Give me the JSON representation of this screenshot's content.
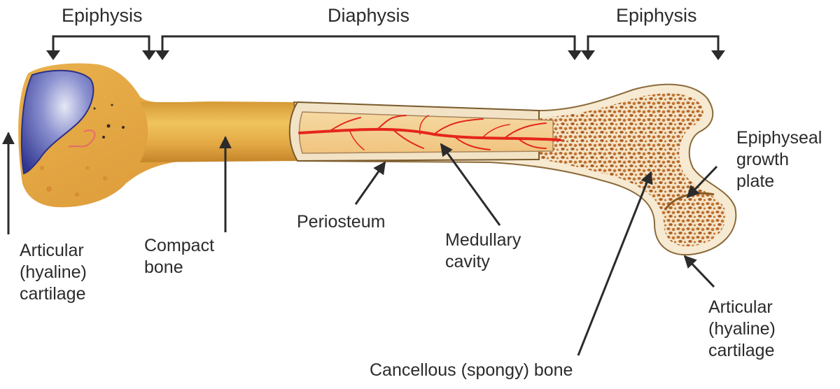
{
  "regions": {
    "epiphysis_left": "Epiphysis",
    "diaphysis": "Diaphysis",
    "epiphysis_right": "Epiphysis"
  },
  "labels": {
    "articular_left": [
      "Articular",
      "(hyaline)",
      "cartilage"
    ],
    "compact_bone": [
      "Compact",
      "bone"
    ],
    "periosteum": "Periosteum",
    "medullary_cavity": [
      "Medullary",
      "cavity"
    ],
    "cancellous_bone": "Cancellous (spongy) bone",
    "epiphyseal_plate": [
      "Epiphyseal",
      "growth",
      "plate"
    ],
    "articular_right": [
      "Articular",
      "(hyaline)",
      "cartilage"
    ]
  },
  "colors": {
    "bone": "#e7b048",
    "bone_dark": "#c98e2a",
    "cartilage": "#4a50a8",
    "marrow": "#f3cc8a",
    "vessel": "#e5261c",
    "spongy": "#b86a2c",
    "arrow": "#2b2b2b"
  }
}
